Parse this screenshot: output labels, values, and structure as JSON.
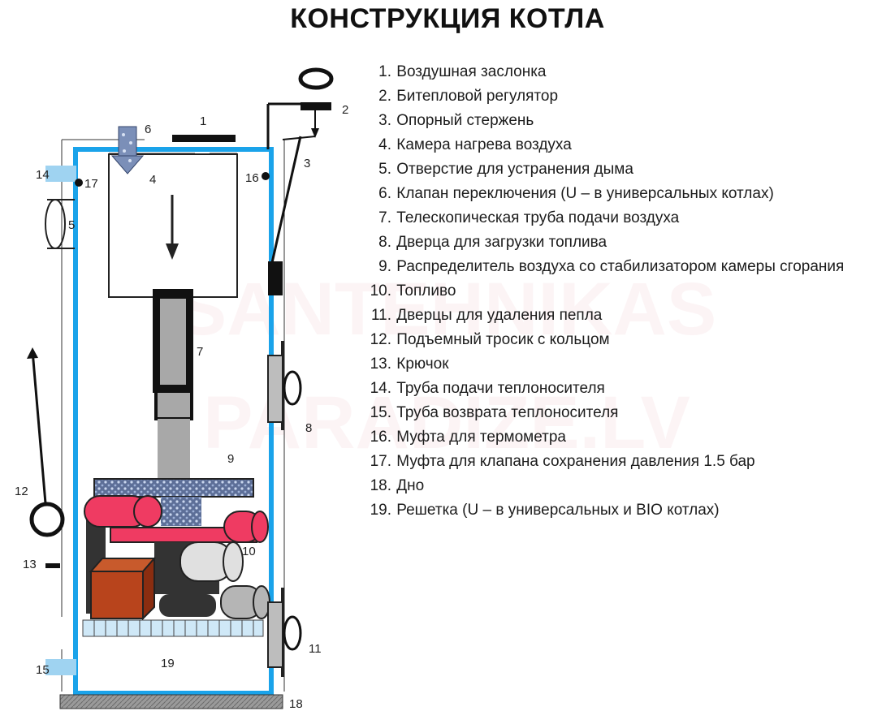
{
  "title": "КОНСТРУКЦИЯ КОТЛА",
  "watermark_line1": "SANTEHNIKAS",
  "watermark_line2": "PARADIZE.LV",
  "colors": {
    "body_outline": "#1aa3ea",
    "grate_accent": "#7b8fb8",
    "pipe_red": "#ef3b62",
    "fuel_brown": "#b8441c"
  },
  "diagram_labels": {
    "l1": "1",
    "l2": "2",
    "l3": "3",
    "l4": "4",
    "l5": "5",
    "l6": "6",
    "l7": "7",
    "l8": "8",
    "l9": "9",
    "l10": "10",
    "l11": "11",
    "l12": "12",
    "l13": "13",
    "l14": "14",
    "l15": "15",
    "l16": "16",
    "l17": "17",
    "l18": "18",
    "l19": "19"
  },
  "legend": [
    {
      "num": "1.",
      "text": "Воздушная заслонка"
    },
    {
      "num": "2.",
      "text": "Битепловой регулятор"
    },
    {
      "num": "3.",
      "text": "Опорный стержень"
    },
    {
      "num": "4.",
      "text": "Камера нагрева воздуха"
    },
    {
      "num": "5.",
      "text": "Отверстие для устранения дыма"
    },
    {
      "num": "6.",
      "text": "Клапан переключения (U – в универсальных котлах)"
    },
    {
      "num": "7.",
      "text": "Телескопическая труба подачи воздуха"
    },
    {
      "num": "8.",
      "text": "Дверца для загрузки топлива"
    },
    {
      "num": "9.",
      "text": "Распределитель воздуха со стабилизатором камеры сгорания"
    },
    {
      "num": "10.",
      "text": "Топливо"
    },
    {
      "num": "11.",
      "text": "Дверцы для удаления пепла"
    },
    {
      "num": "12.",
      "text": "Подъемный тросик с кольцом"
    },
    {
      "num": "13.",
      "text": "Крючок"
    },
    {
      "num": "14.",
      "text": "Труба подачи теплоносителя"
    },
    {
      "num": "15.",
      "text": "Труба возврата теплоносителя"
    },
    {
      "num": "16.",
      "text": "Муфта для термометра"
    },
    {
      "num": "17.",
      "text": "Муфта для клапана сохранения давления 1.5 бар"
    },
    {
      "num": "18.",
      "text": "Дно"
    },
    {
      "num": "19.",
      "text": "Решетка (U – в универсальных и BIO котлах)"
    }
  ]
}
